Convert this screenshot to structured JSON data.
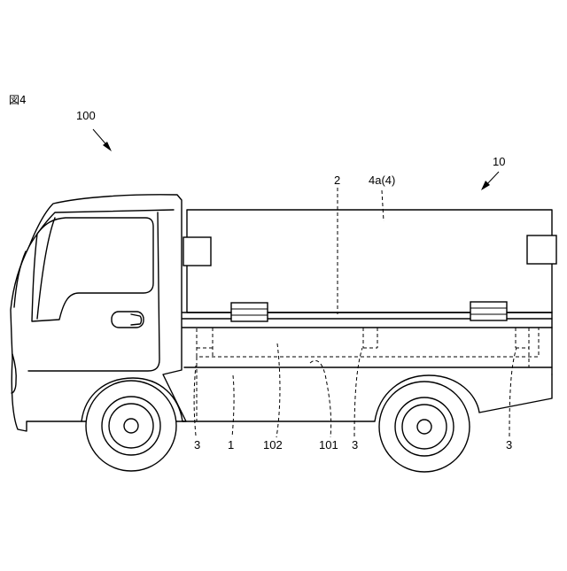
{
  "figure": {
    "label": "図4"
  },
  "labels": {
    "vehicle": "100",
    "body": "10",
    "cover": "4a(4)",
    "floor": "2",
    "frame": "1",
    "lower_member": "102",
    "upper_member": "101",
    "support_left": "3",
    "support_mid": "3",
    "support_right": "3"
  }
}
